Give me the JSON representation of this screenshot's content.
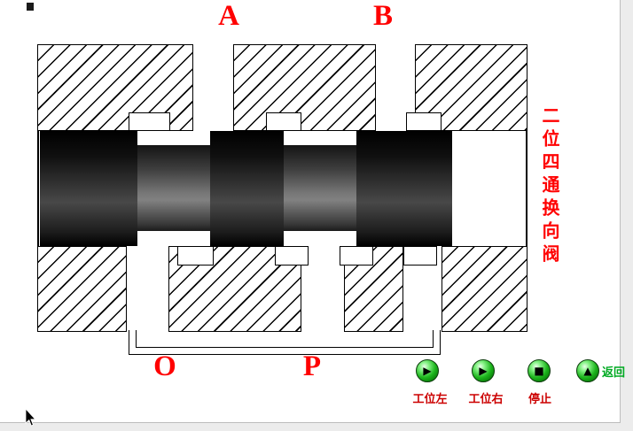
{
  "labels": {
    "port_a": "A",
    "port_b": "B",
    "port_o": "O",
    "port_p": "P"
  },
  "valve_title": "二位四通换向阀",
  "controls": {
    "buttons": [
      {
        "label": "工位左",
        "glyph": "▶"
      },
      {
        "label": "工位右",
        "glyph": "▶"
      },
      {
        "label": "停止",
        "glyph": "■"
      },
      {
        "label": "返回",
        "glyph": "▲"
      }
    ]
  },
  "colors": {
    "port_label": "#ff0000",
    "title": "#ff0000",
    "button_label": "#cc0000",
    "return_label": "#00aa22",
    "button_green": "#1cb51c"
  }
}
